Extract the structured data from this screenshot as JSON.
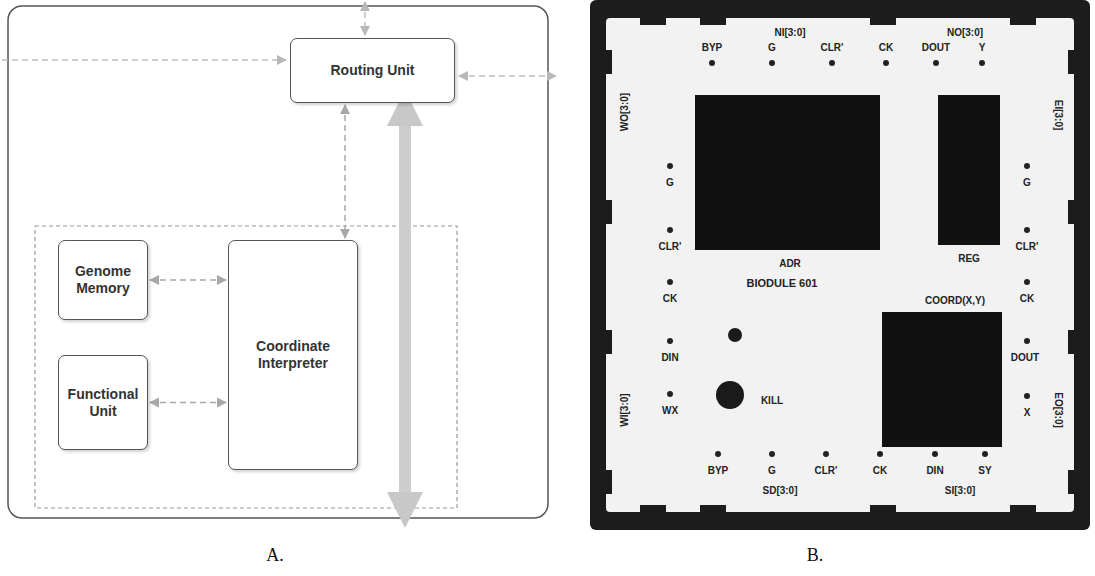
{
  "diagram": {
    "nodes": [
      {
        "text": [
          "Routing Unit"
        ]
      },
      {
        "text": [
          "Genome Memory"
        ]
      },
      {
        "text": [
          "Functional Unit"
        ]
      },
      {
        "text": [
          "Coordinate Interpreter"
        ]
      }
    ],
    "edges": [
      {
        "from": 1,
        "to": 3,
        "arrow": "both"
      },
      {
        "from": 2,
        "to": 3,
        "arrow": "both"
      },
      {
        "from": 0,
        "to": 3,
        "arrow": "both"
      }
    ],
    "labels": [
      "A.",
      "B.",
      "NI[3:0]",
      "NO[3:0]",
      "BYP",
      "G",
      "CLR'",
      "CK",
      "DOUT",
      "Y",
      "WO[3:0]",
      "G",
      "CLR'",
      "CK",
      "DIN",
      "WX",
      "WI[3:0]",
      "ADR",
      "BIODULE 601",
      "KILL",
      "REG",
      "COORD(X,Y)",
      "EI[3:0]",
      "G",
      "CLR'",
      "CK",
      "DOUT",
      "X",
      "EO[3:0]",
      "BYP",
      "G",
      "CLR'",
      "CK",
      "DIN",
      "SY",
      "SD[3:0]",
      "SI[3:0]"
    ]
  }
}
